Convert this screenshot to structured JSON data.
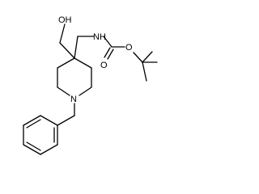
{
  "structure": {
    "atom_labels": {
      "hydroxyl": "OH",
      "carbamate_nh": "NH",
      "carbonyl_o": "O",
      "ester_o": "O",
      "ring_n": "N"
    }
  }
}
